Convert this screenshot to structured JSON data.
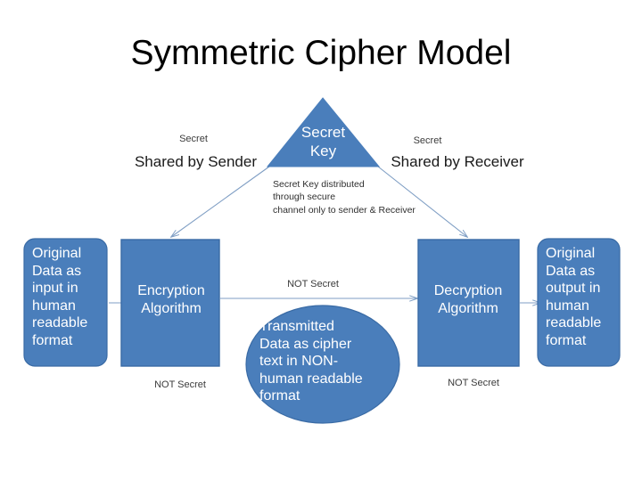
{
  "title": "Symmetric Cipher Model",
  "theme": {
    "shape_fill": "#4a7ebb",
    "shape_stroke": "#3a6ba5",
    "arrow_color": "#7f9ec4",
    "shape_text": "#ffffff",
    "label_text": "#3b3b3b",
    "background": "#ffffff"
  },
  "nodes": {
    "secret_key": {
      "shape": "triangle",
      "lines": [
        "Secret",
        "Key"
      ]
    },
    "input_data": {
      "shape": "rounded-rect",
      "lines": [
        "Original",
        "Data as",
        "input in",
        "human",
        "readable",
        "format"
      ]
    },
    "encryption": {
      "shape": "rect",
      "lines": [
        "Encryption",
        "Algorithm"
      ]
    },
    "cipher_text": {
      "shape": "ellipse",
      "lines": [
        "Transmitted",
        "Data as cipher",
        "text in NON-",
        "human readable",
        "format"
      ]
    },
    "decryption": {
      "shape": "rect",
      "lines": [
        "Decryption",
        "Algorithm"
      ]
    },
    "output_data": {
      "shape": "rounded-rect",
      "lines": [
        "Original",
        "Data as",
        "output in",
        "human",
        "readable",
        "format"
      ]
    }
  },
  "labels": {
    "secret_left_small": "Secret",
    "shared_by_sender": "Shared by Sender",
    "secret_right_small": "Secret",
    "shared_by_receiver": "Shared by Receiver",
    "distribution_note": [
      "Secret Key distributed",
      "through secure",
      "channel only to sender & Receiver"
    ],
    "not_secret_middle": "NOT Secret",
    "not_secret_left": "NOT Secret",
    "not_secret_right": "NOT Secret"
  },
  "connectors": [
    {
      "name": "input-to-encryption",
      "from": "input_data",
      "to": "encryption",
      "style": "arrow-right"
    },
    {
      "name": "key-to-encryption",
      "from": "secret_key",
      "to": "encryption",
      "style": "arrow-diagonal"
    },
    {
      "name": "key-to-decryption",
      "from": "secret_key",
      "to": "decryption",
      "style": "arrow-diagonal"
    },
    {
      "name": "encryption-to-decryption",
      "from": "encryption",
      "to": "decryption",
      "style": "arrow-right"
    },
    {
      "name": "decryption-to-output",
      "from": "decryption",
      "to": "output_data",
      "style": "arrow-right"
    }
  ]
}
